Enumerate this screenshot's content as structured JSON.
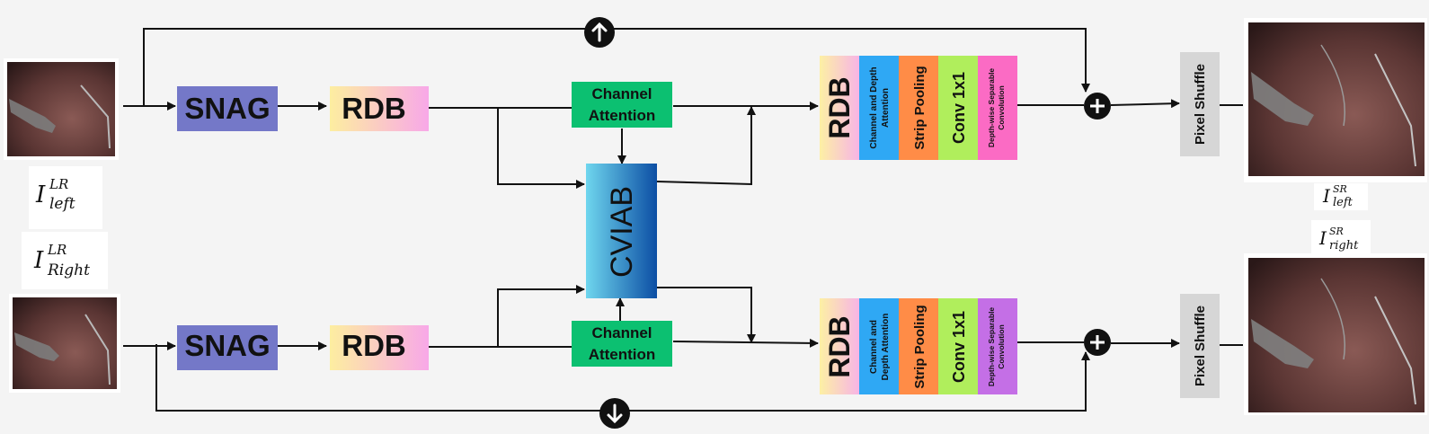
{
  "colors": {
    "snag": "#7478c8",
    "channel_attention": "#0cc071",
    "cviab_light": "#6fd6ee",
    "cviab_dark": "#0c4ea4",
    "channel_depth_attention": "#2fa8f4",
    "strip_pooling": "#ff8c47",
    "conv": "#b0ee5c",
    "dwsep_top": "#fb6bc4",
    "dwsep_bottom": "#c46fe6",
    "pixel_shuffle": "#d6d6d6",
    "surgical_tissue": "#5a3533"
  },
  "inputs": {
    "left": {
      "symbol": "I",
      "superscript": "LR",
      "subscript": "left",
      "icon": "surgical-image"
    },
    "right": {
      "symbol": "I",
      "superscript": "LR",
      "subscript": "Right",
      "icon": "surgical-image"
    }
  },
  "outputs": {
    "left": {
      "symbol": "I",
      "superscript": "SR",
      "subscript": "left",
      "icon": "surgical-image"
    },
    "right": {
      "symbol": "I",
      "superscript": "SR",
      "subscript": "right",
      "icon": "surgical-image"
    }
  },
  "blocks": {
    "snag": "SNAG",
    "rdb": "RDB",
    "channel_attention_line1": "Channel",
    "channel_attention_line2": "Attention",
    "cviab": "CVIAB",
    "pixel_shuffle": "Pixel Shuffle"
  },
  "rdb_stack": {
    "top": {
      "rdb": "RDB",
      "channel_depth_line1": "Channel and Depth",
      "channel_depth_line2": "Attention",
      "strip_pooling": "Strip Pooling",
      "conv": "Conv 1x1",
      "dwsep_line1": "Depth-wise Separable",
      "dwsep_line2": "Convolution"
    },
    "bottom": {
      "rdb": "RDB",
      "channel_depth_line1": "Channel and",
      "channel_depth_line2": "Depth Attention",
      "strip_pooling": "Strip Pooling",
      "conv": "Conv 1x1",
      "dwsep_line1": "Depth-wise Separable",
      "dwsep_line2": "Convolution"
    }
  },
  "icons": {
    "upsample": "arrow-up-icon",
    "downsample": "arrow-down-icon",
    "add": "plus-icon"
  }
}
